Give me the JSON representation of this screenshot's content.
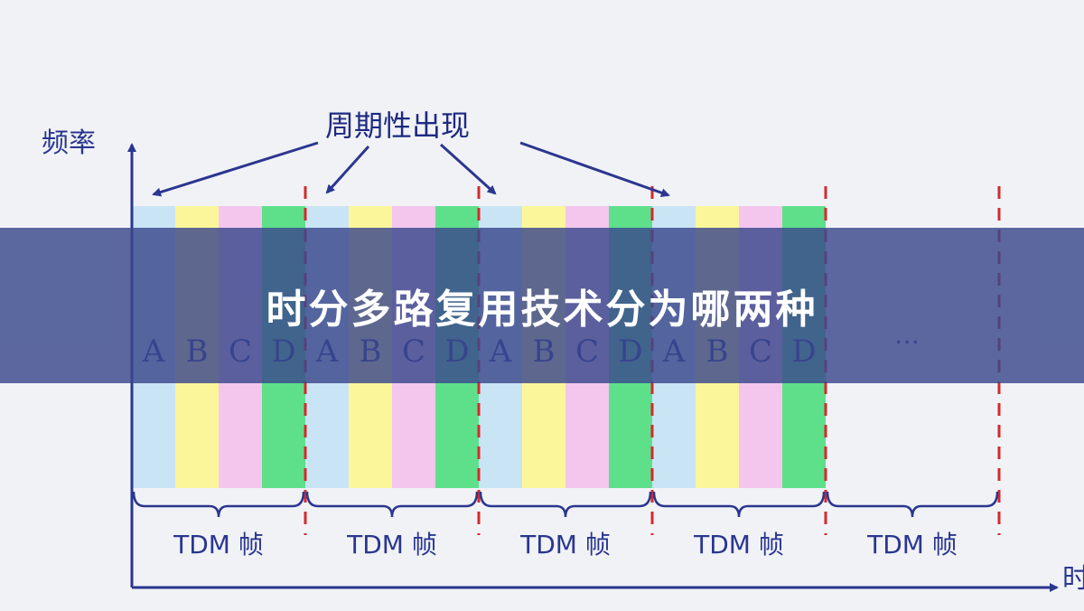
{
  "callout": "周期性出现",
  "axes": {
    "y_label": "频率",
    "x_label": "时"
  },
  "frame": {
    "slot_letters": [
      "A",
      "B",
      "C",
      "D"
    ],
    "slot_colors": [
      "#c9e4f5",
      "#fbf69a",
      "#f4c6ee",
      "#5ee08a"
    ],
    "label": "TDM 帧"
  },
  "ellipsis": "…",
  "colors": {
    "accent": "#2a3690",
    "divider": "#d22b2b"
  },
  "banner": {
    "title": "时分多路复用技术分为哪两种"
  }
}
